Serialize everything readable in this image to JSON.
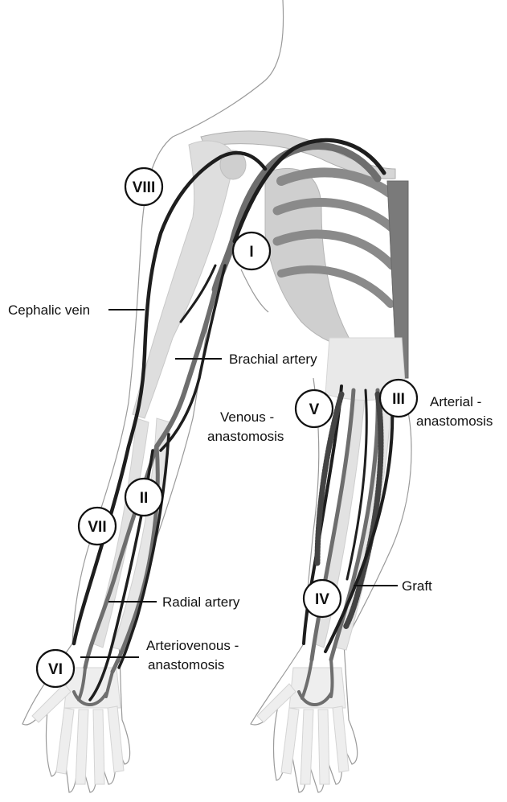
{
  "markers": {
    "i": "I",
    "ii": "II",
    "iii": "III",
    "iv": "IV",
    "v": "V",
    "vi": "VI",
    "vii": "VII",
    "viii": "VIII"
  },
  "labels": {
    "cephalic_vein": "Cephalic vein",
    "brachial_artery": "Brachial artery",
    "radial_artery": "Radial artery",
    "arteriovenous_line1": "Arteriovenous -",
    "arteriovenous_line2": "anastomosis",
    "venous_line1": "Venous -",
    "venous_line2": "anastomosis",
    "arterial_line1": "Arterial -",
    "arterial_line2": "anastomosis",
    "graft": "Graft"
  },
  "colors": {
    "vein": "#1e1e1e",
    "artery": "#6e6e6e",
    "bone_light": "#dcdcdc",
    "bone_mid": "#bdbdbd",
    "rib": "#8a8a8a",
    "sternum": "#7a7a7a",
    "outline": "#9a9a9a"
  }
}
